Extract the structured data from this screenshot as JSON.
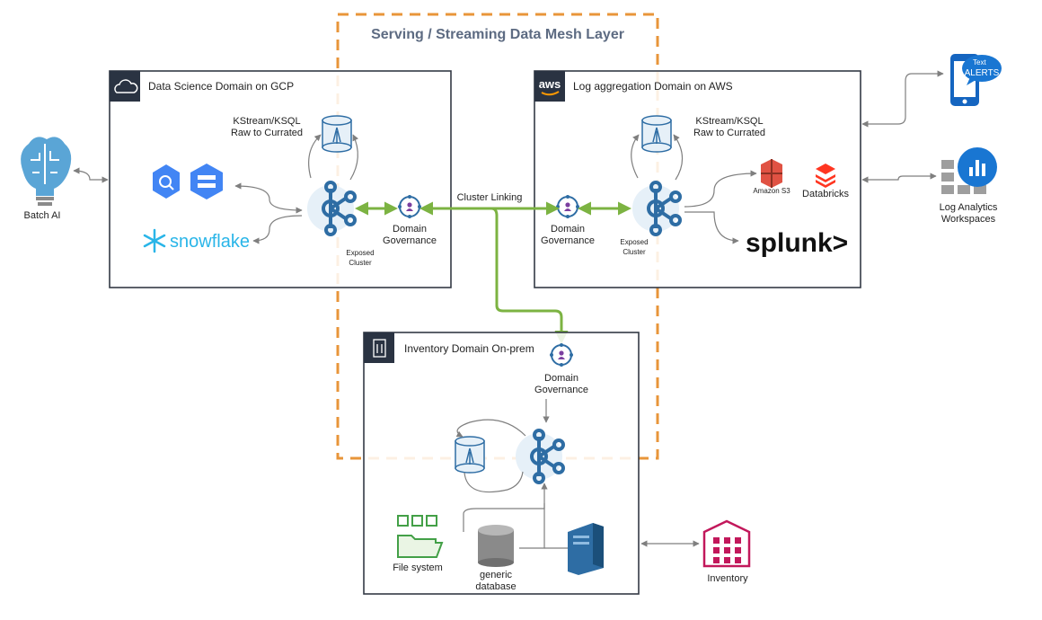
{
  "diagram": {
    "mesh_title": "Serving / Streaming Data Mesh Layer",
    "cluster_linking": "Cluster Linking",
    "domains": {
      "gcp": {
        "title": "Data Science Domain on GCP",
        "kstream_line1": "KStream/KSQL",
        "kstream_line2": "Raw to Currated",
        "governance_line1": "Domain",
        "governance_line2": "Governance",
        "exposed_line1": "Exposed",
        "exposed_line2": "Cluster",
        "snowflake": "snowflake"
      },
      "aws": {
        "title": "Log aggregation Domain on AWS",
        "badge": "aws",
        "kstream_line1": "KStream/KSQL",
        "kstream_line2": "Raw to Currated",
        "governance_line1": "Domain",
        "governance_line2": "Governance",
        "exposed_line1": "Exposed",
        "exposed_line2": "Cluster",
        "s3": "Amazon S3",
        "databricks": "Databricks",
        "splunk": "splunk>"
      },
      "onprem": {
        "title": "Inventory Domain On-prem",
        "governance_line1": "Domain",
        "governance_line2": "Governance",
        "file_system": "File system",
        "generic_db_line1": "generic",
        "generic_db_line2": "database"
      }
    },
    "external": {
      "batch_ai": "Batch AI",
      "text_alerts_line1": "Text",
      "text_alerts_line2": "ALERTS",
      "log_analytics_line1": "Log Analytics",
      "log_analytics_line2": "Workspaces",
      "inventory": "Inventory"
    },
    "colors": {
      "mesh_border": "#e8953a",
      "green_link": "#7cb342",
      "kafka_blue": "#2e6da4",
      "box_border": "#333a45",
      "inventory_pink": "#c2185b"
    }
  }
}
